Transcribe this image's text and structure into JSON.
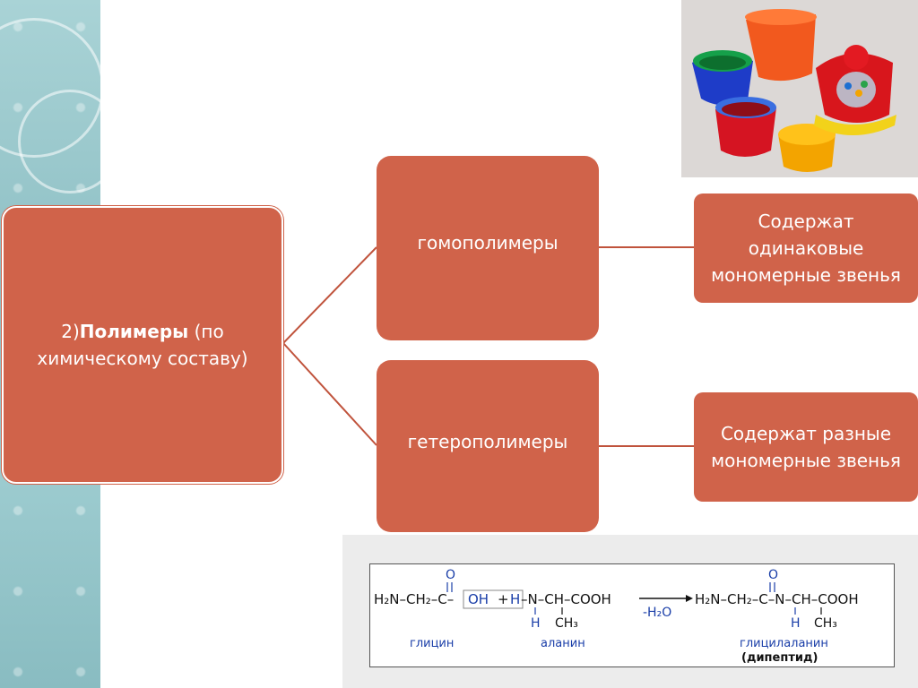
{
  "main": {
    "prefix": "2)",
    "title": "Полимеры",
    "rest": " (по химическому составу)"
  },
  "branches": [
    {
      "label": "гомополимеры",
      "description": "Содержат одинаковые мономерные звенья"
    },
    {
      "label": "гетерополимеры",
      "description": "Содержат разные мономерные звенья"
    }
  ],
  "reaction": {
    "reactant1": "H₂N–CH₂–C–",
    "oh": "OH",
    "plus": "+",
    "h": "H",
    "reactant2": "–N–CH–COOH",
    "o": "O",
    "water": "-H₂O",
    "product": "H₂N–CH₂–C–N–CH–COOH",
    "h_under": "H",
    "ch3": "CH₃",
    "glycine": "глицин",
    "alanine": "аланин",
    "dipeptide_name": "глицилаланин",
    "dipeptide": "(дипептид)"
  },
  "colors": {
    "box": "#d0634a",
    "connector": "#c0533c",
    "chem_blue": "#1a3ea8"
  }
}
